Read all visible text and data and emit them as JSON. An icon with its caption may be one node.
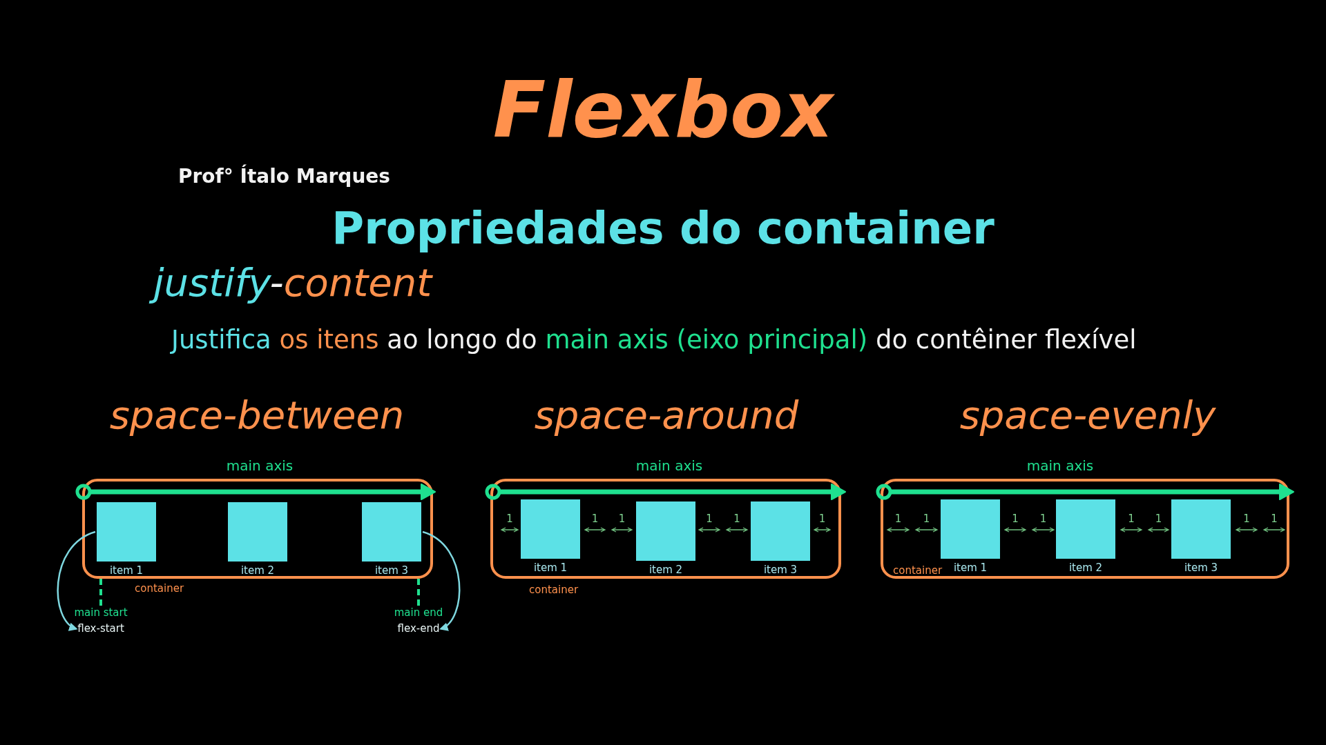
{
  "diagram": {
    "title": "Flexbox",
    "nodes": [
      {
        "text": [
          "container"
        ]
      },
      {
        "text": [
          "item 1"
        ],
        "in": 0
      },
      {
        "text": [
          "item 2"
        ],
        "in": 0
      },
      {
        "text": [
          "item 3"
        ],
        "in": 0
      },
      {
        "text": [
          "main start"
        ]
      },
      {
        "text": [
          "flex-start"
        ]
      },
      {
        "text": [
          "main end"
        ]
      },
      {
        "text": [
          "flex-end"
        ]
      },
      {
        "text": [
          "container"
        ]
      },
      {
        "text": [
          "item 1"
        ],
        "in": 8
      },
      {
        "text": [
          "item 2"
        ],
        "in": 8
      },
      {
        "text": [
          "item 3"
        ],
        "in": 8
      },
      {
        "text": [
          "container"
        ]
      },
      {
        "text": [
          "item 1"
        ],
        "in": 12
      },
      {
        "text": [
          "item 2"
        ],
        "in": 12
      },
      {
        "text": [
          "item 3"
        ],
        "in": 12
      }
    ],
    "edges": [
      {
        "from": 0,
        "to": 4,
        "arrow": "none",
        "style": "dashed",
        "color": "#1fe08f"
      },
      {
        "from": 1,
        "to": 5,
        "arrow": "to",
        "color": "#7fd8e0"
      },
      {
        "from": 0,
        "to": 6,
        "arrow": "none",
        "style": "dashed",
        "color": "#1fe08f"
      },
      {
        "from": 3,
        "to": 7,
        "arrow": "to",
        "color": "#7fd8e0"
      }
    ],
    "labels": [
      "Prof° Ítalo Marques",
      "Propriedades do container",
      "justify-content",
      "Justifica os itens ao longo do main axis (eixo principal) do contêiner flexível",
      "space-between",
      "space-around",
      "space-evenly",
      "main axis",
      "main axis",
      "main axis",
      "1",
      "1",
      "1",
      "1",
      "1",
      "1",
      "1",
      "1",
      "1",
      "1",
      "1",
      "1",
      "1",
      "1"
    ]
  }
}
